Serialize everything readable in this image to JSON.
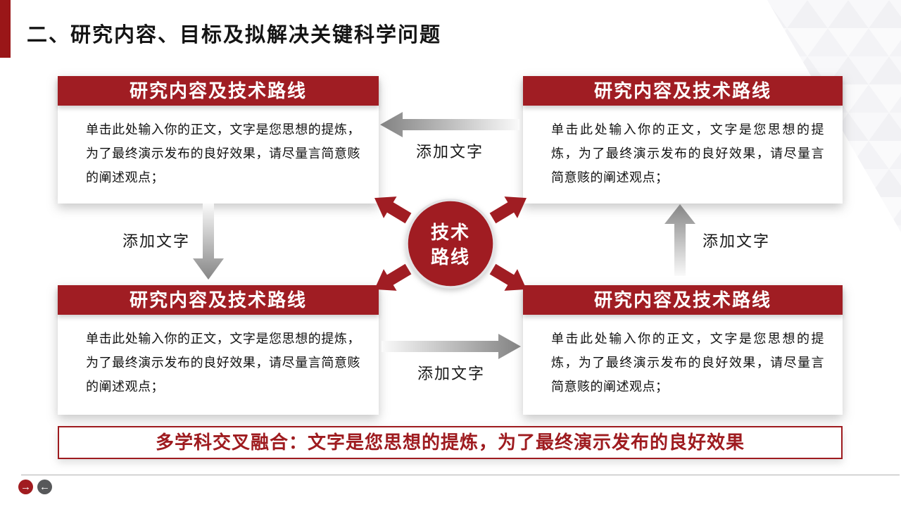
{
  "page": {
    "title": "二、研究内容、目标及拟解决关键科学问题"
  },
  "colors": {
    "accent_red": "#A01D23",
    "title_bar_red": "#9A1618",
    "banner_red": "#9E1B1F",
    "nav_next_red": "#A11C20",
    "nav_prev_gray": "#57585A"
  },
  "cards": [
    {
      "position": "top-left",
      "header": "研究内容及技术路线",
      "body": "单击此处输入你的正文，文字是您思想的提炼，为了最终演示发布的良好效果，请尽量言简意赅的阐述观点；"
    },
    {
      "position": "top-right",
      "header": "研究内容及技术路线",
      "body": "单击此处输入你的正文，文字是您思想的提炼，为了最终演示发布的良好效果，请尽量言简意赅的阐述观点；"
    },
    {
      "position": "bottom-left",
      "header": "研究内容及技术路线",
      "body": "单击此处输入你的正文，文字是您思想的提炼，为了最终演示发布的良好效果，请尽量言简意赅的阐述观点；"
    },
    {
      "position": "bottom-right",
      "header": "研究内容及技术路线",
      "body": "单击此处输入你的正文，文字是您思想的提炼，为了最终演示发布的良好效果，请尽量言简意赅的阐述观点；"
    }
  ],
  "center_node": {
    "line1": "技术",
    "line2": "路线"
  },
  "connectors": {
    "top": {
      "label": "添加文字"
    },
    "left": {
      "label": "添加文字"
    },
    "right": {
      "label": "添加文字"
    },
    "bottom": {
      "label": "添加文字"
    }
  },
  "banner": {
    "text": "多学科交叉融合：文字是您思想的提炼，为了最终演示发布的良好效果"
  },
  "footer": {
    "next_icon": "→",
    "prev_icon": "←"
  }
}
